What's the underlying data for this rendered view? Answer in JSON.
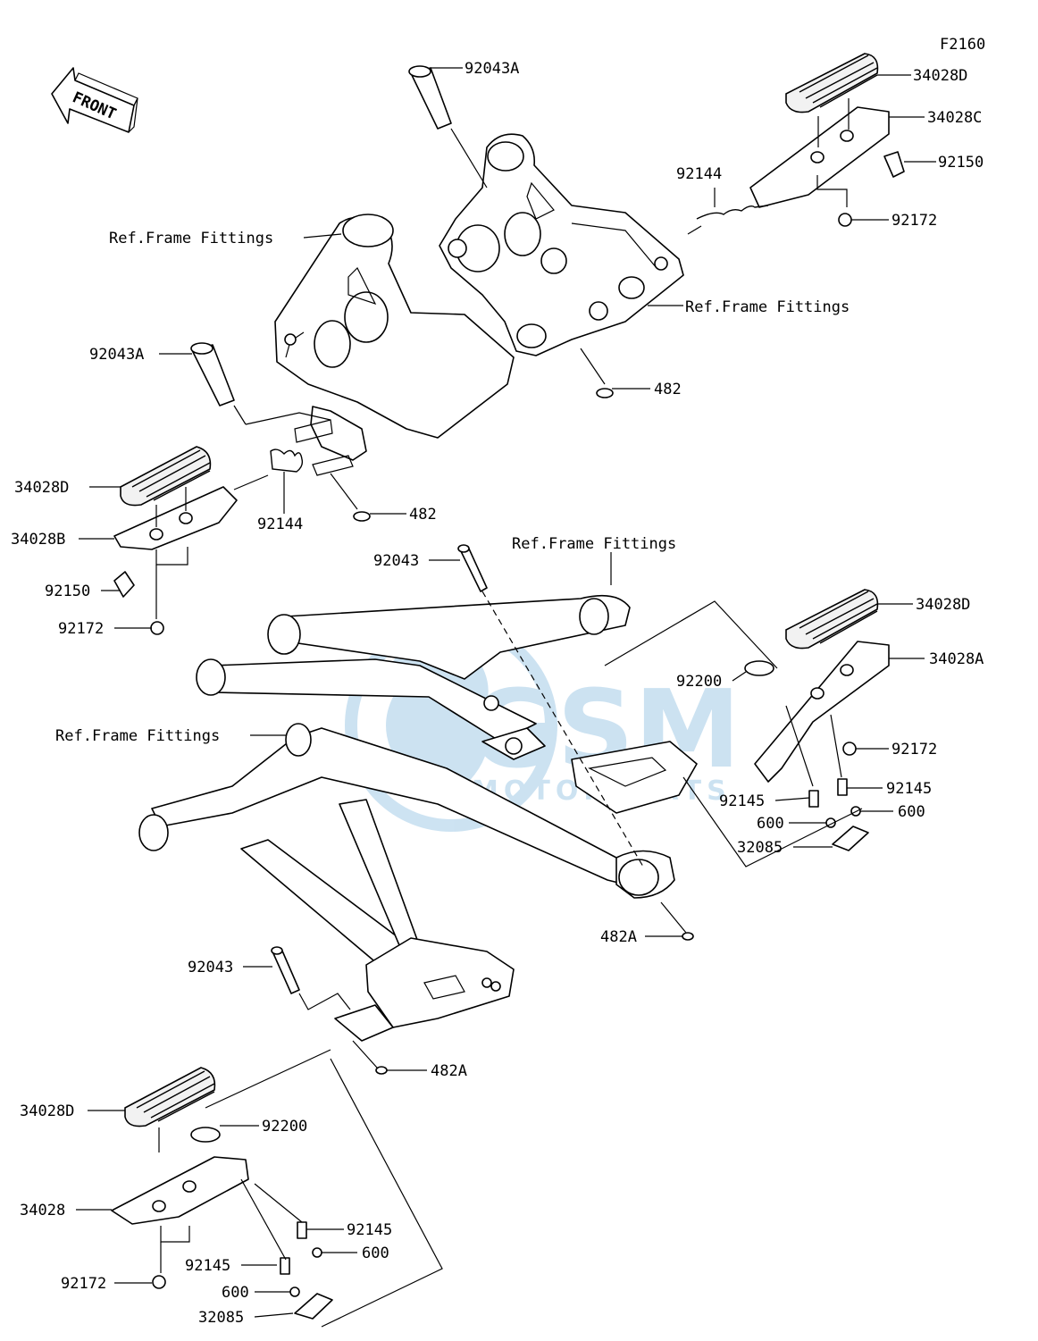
{
  "figure_code": "F2160",
  "front_arrow_text": "FRONT",
  "watermark": {
    "main": "GSM",
    "sub": "MOTORPARTS",
    "color": "#1a7fc4"
  },
  "labels": {
    "l_92043A_top": "92043A",
    "l_34028D_tr": "34028D",
    "l_34028C": "34028C",
    "l_92150_r": "92150",
    "l_92144_top": "92144",
    "l_92172_tr": "92172",
    "l_ref_top_left": "Ref.Frame Fittings",
    "l_ref_top_right": "Ref.Frame Fittings",
    "l_482_top": "482",
    "l_92043A_left": "92043A",
    "l_34028D_left": "34028D",
    "l_34028B": "34028B",
    "l_92144_left": "92144",
    "l_482_mid": "482",
    "l_92150_left": "92150",
    "l_92172_left": "92172",
    "l_92043_mid": "92043",
    "l_ref_mid": "Ref.Frame Fittings",
    "l_34028D_r": "34028D",
    "l_92200_r": "92200",
    "l_34028A": "34028A",
    "l_ref_left": "Ref.Frame Fittings",
    "l_92172_r": "92172",
    "l_92145_r1": "92145",
    "l_92145_r2": "92145",
    "l_600_r1": "600",
    "l_600_r2": "600",
    "l_32085_r": "32085",
    "l_482A_r": "482A",
    "l_92043_low": "92043",
    "l_482A_low": "482A",
    "l_34028D_bl": "34028D",
    "l_92200_bl": "92200",
    "l_34028": "34028",
    "l_92145_b1": "92145",
    "l_600_b1": "600",
    "l_92145_b2": "92145",
    "l_92172_bl": "92172",
    "l_600_b2": "600",
    "l_32085_bl": "32085"
  }
}
